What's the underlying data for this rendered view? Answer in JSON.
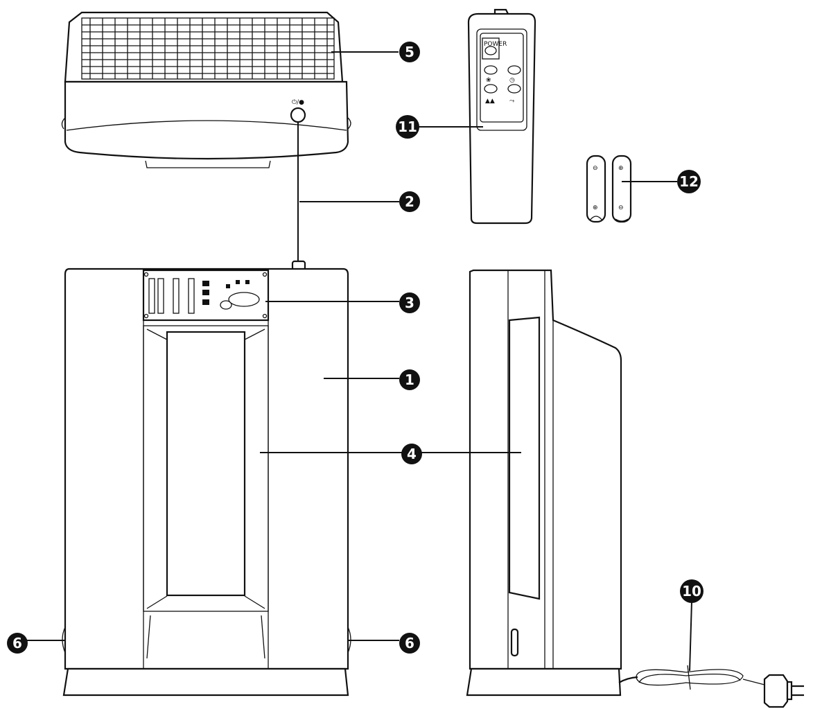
{
  "callouts": {
    "main_unit": "1",
    "power_button": "2",
    "control_panel": "3",
    "filter_window": "4",
    "top_cover": "5",
    "side_handle_left": "6",
    "side_handle_right": "6",
    "power_cord": "10",
    "remote_control": "11",
    "batteries": "12"
  },
  "remote": {
    "power_label": "POWER"
  },
  "colors": {
    "line": "#111111",
    "background": "#ffffff"
  }
}
